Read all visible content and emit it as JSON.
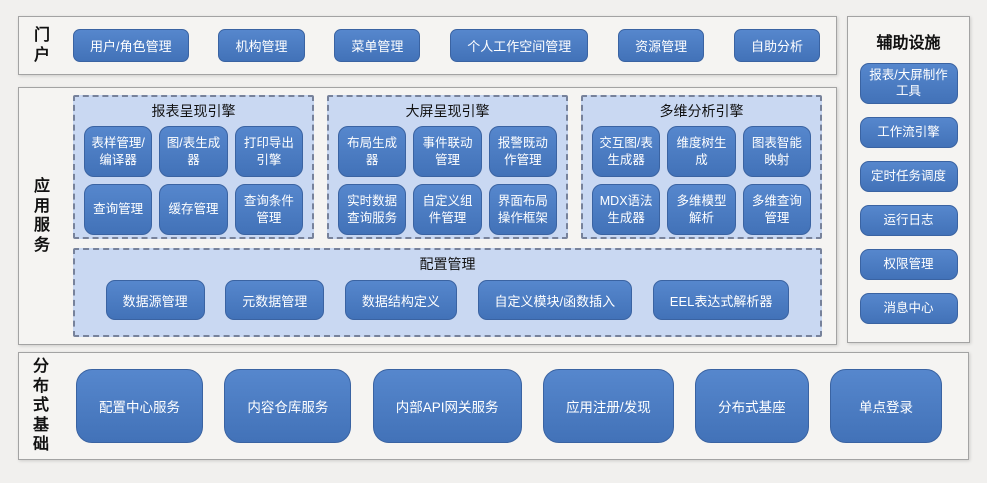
{
  "colors": {
    "page_background": "#f1f0ee",
    "section_background": "#f5f4f2",
    "section_border": "#a3a3a3",
    "button_fill": "#4a7cc2",
    "button_border": "#3a63a2",
    "button_text": "#ffffff",
    "panel_fill": "#c9d8f2",
    "panel_dashed_border": "#77829b",
    "label_text": "#111111"
  },
  "portal": {
    "label": "门户",
    "items": [
      "用户/角色管理",
      "机构管理",
      "菜单管理",
      "个人工作空间管理",
      "资源管理",
      "自助分析"
    ]
  },
  "app_services": {
    "label": "应用服务",
    "engines": [
      {
        "title": "报表呈现引擎",
        "items": [
          "表样管理/编译器",
          "图/表生成器",
          "打印导出引擎",
          "查询管理",
          "缓存管理",
          "查询条件管理"
        ]
      },
      {
        "title": "大屏呈现引擎",
        "items": [
          "布局生成器",
          "事件联动管理",
          "报警既动作管理",
          "实时数据查询服务",
          "自定义组件管理",
          "界面布局操作框架"
        ]
      },
      {
        "title": "多维分析引擎",
        "items": [
          "交互图/表生成器",
          "维度树生成",
          "图表智能映射",
          "MDX语法生成器",
          "多维模型解析",
          "多维查询管理"
        ]
      }
    ],
    "config": {
      "title": "配置管理",
      "items": [
        "数据源管理",
        "元数据管理",
        "数据结构定义",
        "自定义模块/函数插入",
        "EEL表达式解析器"
      ]
    }
  },
  "aux": {
    "title": "辅助设施",
    "items": [
      "报表/大屏制作工具",
      "工作流引擎",
      "定时任务调度",
      "运行日志",
      "权限管理",
      "消息中心"
    ]
  },
  "distributed": {
    "label": "分布式基础",
    "items": [
      "配置中心服务",
      "内容仓库服务",
      "内部API网关服务",
      "应用注册/发现",
      "分布式基座",
      "单点登录"
    ]
  }
}
